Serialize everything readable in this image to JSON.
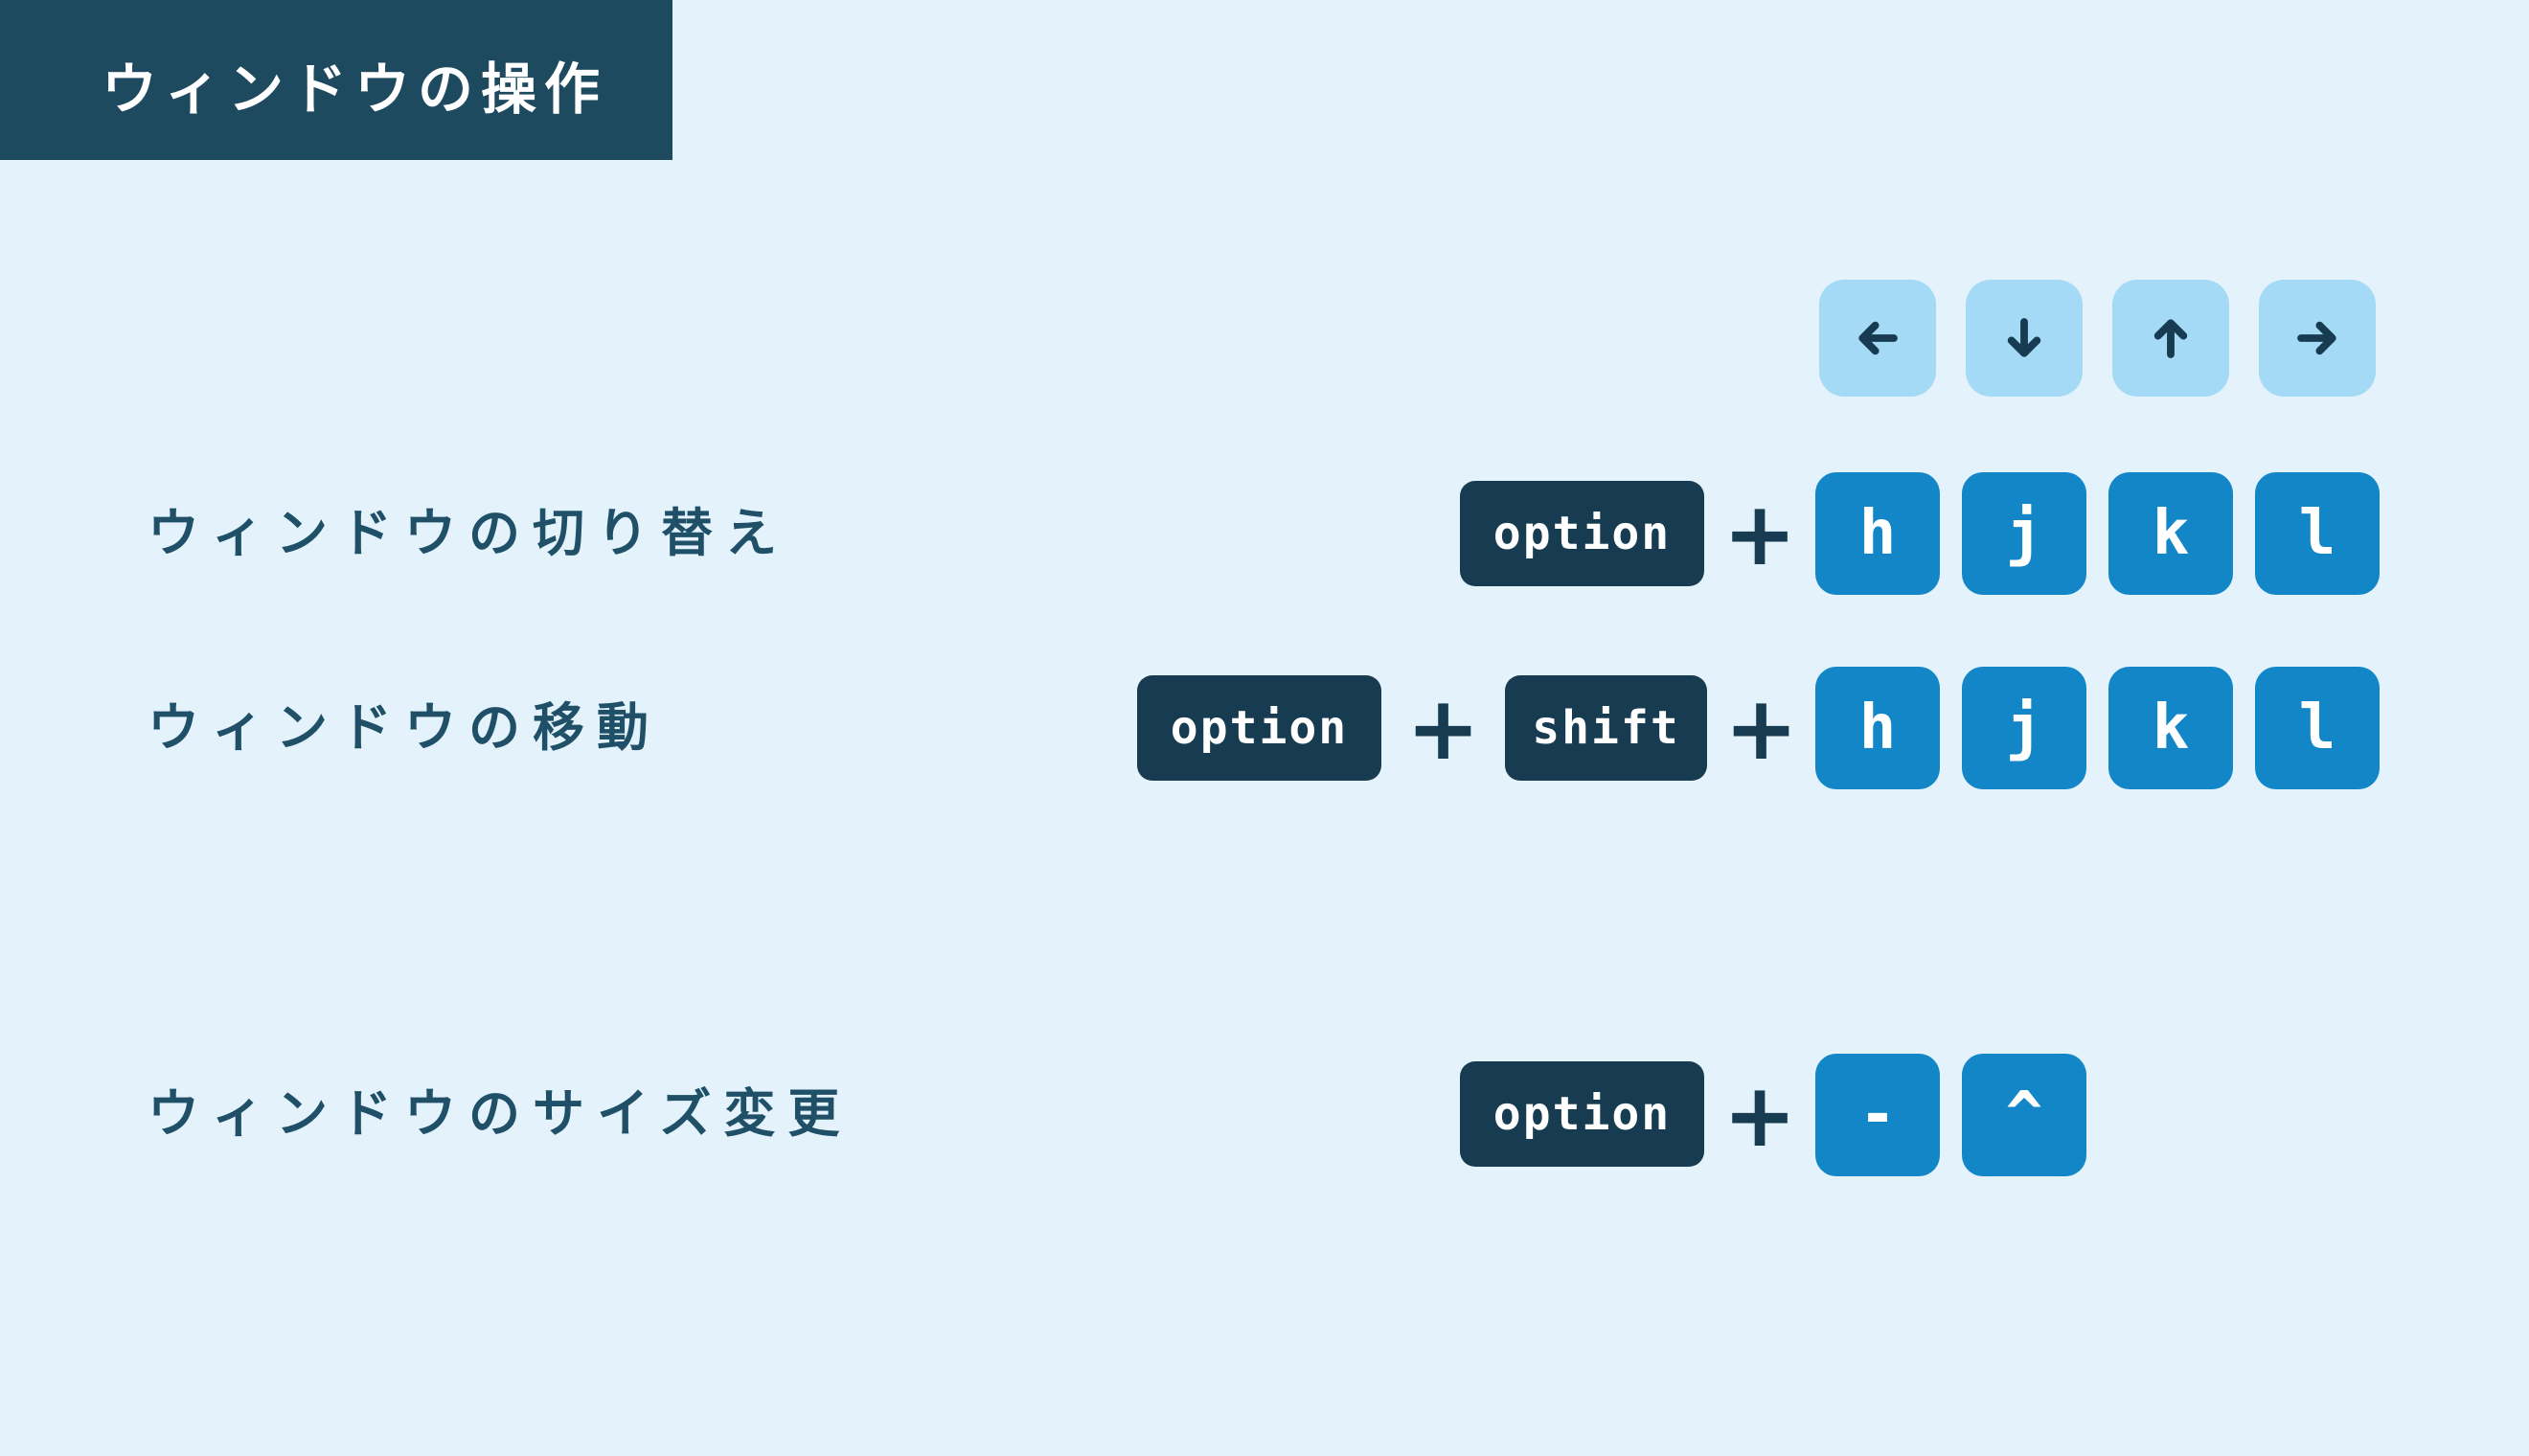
{
  "title": "ウィンドウの操作",
  "plus": "+",
  "colors": {
    "background": "#e4f2fb",
    "title_box": "#1d4a5f",
    "modifier_key": "#173c52",
    "letter_key": "#1386c7",
    "arrow_key_bg": "#a5daf6",
    "arrow_glyph": "#173c52",
    "label_text": "#1f5068",
    "key_text": "#ffffff"
  },
  "arrow_row": {
    "keys": [
      {
        "icon": "arrow-left"
      },
      {
        "icon": "arrow-down"
      },
      {
        "icon": "arrow-up"
      },
      {
        "icon": "arrow-right"
      }
    ]
  },
  "rows": [
    {
      "label": "ウィンドウの切り替え",
      "modifier": "option",
      "keys": [
        "h",
        "j",
        "k",
        "l"
      ]
    },
    {
      "label": "ウィンドウの移動",
      "modifier": "option",
      "modifier2": "shift",
      "keys": [
        "h",
        "j",
        "k",
        "l"
      ]
    },
    {
      "label": "ウィンドウのサイズ変更",
      "modifier": "option",
      "keys": [
        "-",
        "^"
      ]
    }
  ]
}
